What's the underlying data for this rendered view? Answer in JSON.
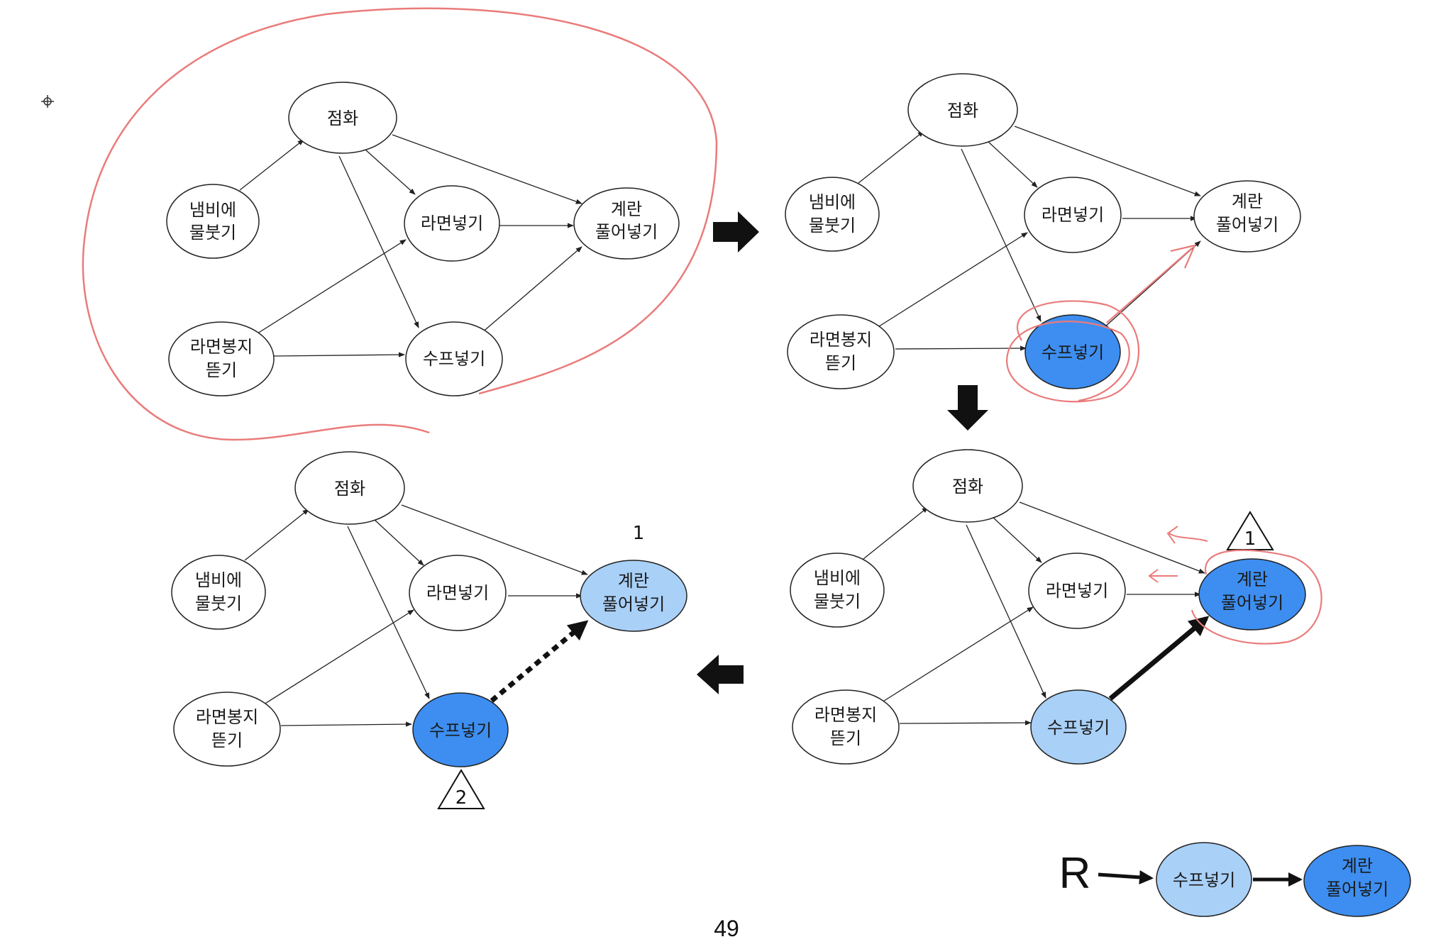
{
  "nodes": {
    "ignite": "점화",
    "water_l1": "냄비에",
    "water_l2": "물붓기",
    "noodle": "라면넣기",
    "egg_l1": "계란",
    "egg_l2": "풀어넣기",
    "open_l1": "라면봉지",
    "open_l2": "뜯기",
    "soup": "수프넣기"
  },
  "markers": {
    "triangle_1": "1",
    "triangle_2": "2",
    "order_1": "1"
  },
  "sequence": {
    "root": "R",
    "soup": "수프넣기",
    "egg_l1": "계란",
    "egg_l2": "풀어넣기"
  },
  "page_number": "49",
  "colors": {
    "node_white": "#ffffff",
    "node_dark_blue": "#3d8ef0",
    "node_light_blue": "#a9d0f7",
    "annotation_red": "#ea7b7b",
    "stroke": "#222222"
  }
}
